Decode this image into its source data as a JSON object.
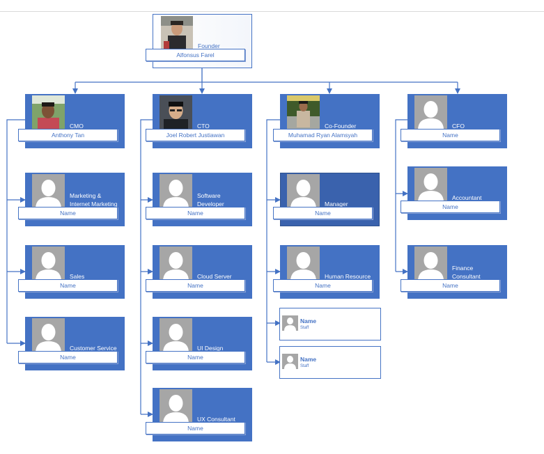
{
  "root": {
    "role": "Founder",
    "name": "Alfonsus Farel",
    "photo": "person-photo"
  },
  "branches": [
    {
      "head": {
        "role": "CMO",
        "name": "Anthony Tan",
        "photo": "person-photo"
      },
      "members": [
        {
          "role": "Marketing & Internet Marketing",
          "name": "Name"
        },
        {
          "role": "Sales",
          "name": "Name"
        },
        {
          "role": "Customer Service",
          "name": "Name"
        }
      ]
    },
    {
      "head": {
        "role": "CTO",
        "name": "Joel Robert Justiawan",
        "photo": "person-photo"
      },
      "members": [
        {
          "role": "Software Developer",
          "name": "Name"
        },
        {
          "role": "Cloud Server",
          "name": "Name"
        },
        {
          "role": "UI Design",
          "name": "Name"
        },
        {
          "role": "UX Consultant",
          "name": "Name"
        }
      ]
    },
    {
      "head": {
        "role": "Co-Founder",
        "name": "Muhamad Ryan Alamsyah",
        "photo": "person-photo"
      },
      "members": [
        {
          "role": "Manager",
          "name": "Name"
        },
        {
          "role": "Human Resource",
          "name": "Name"
        }
      ],
      "staff": [
        {
          "name": "Name",
          "role": "Staff"
        },
        {
          "name": "Name",
          "role": "Staff"
        }
      ]
    },
    {
      "head": {
        "role": "CFO",
        "name": "Name",
        "photo": "placeholder-avatar"
      },
      "members": [
        {
          "role": "Accountant",
          "name": "Name"
        },
        {
          "role": "Finance Consultant",
          "name": "Name"
        }
      ]
    }
  ],
  "colors": {
    "accent": "#4472c4",
    "placeholder": "#a6a6a6"
  }
}
